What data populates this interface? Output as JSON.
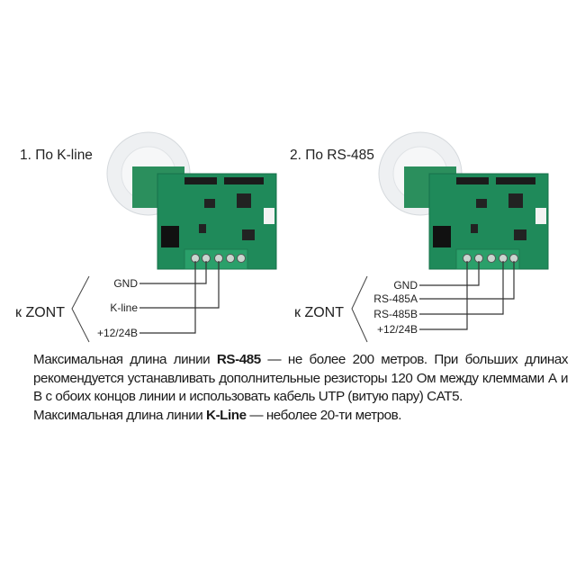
{
  "diagrams": [
    {
      "title": "1. По K-line",
      "target": "к ZONT",
      "wires": [
        "GND",
        "K-line",
        "+12/24В"
      ]
    },
    {
      "title": "2. По RS-485",
      "target": "к ZONT",
      "wires": [
        "GND",
        "RS-485A",
        "RS-485B",
        "+12/24В"
      ]
    }
  ],
  "notes": {
    "p1_pre": "Максимальная длина линии ",
    "p1_bold": "RS-485",
    "p1_post": " — не более 200 метров. При больших длинах рекомендуется устанавливать дополнительные резисторы 120 Ом между клеммами А и В с обоих концов линии и использовать кабель UTP (витую пару) CAT5.",
    "p2_pre": "Максимальная длина линии ",
    "p2_bold": "K-Line",
    "p2_post": " — неболее 20-ти метров."
  },
  "colors": {
    "pcb": "#1f8a5a",
    "terminal": "#2a9a66",
    "housing": "#e9ecef",
    "wire": "#333333"
  }
}
